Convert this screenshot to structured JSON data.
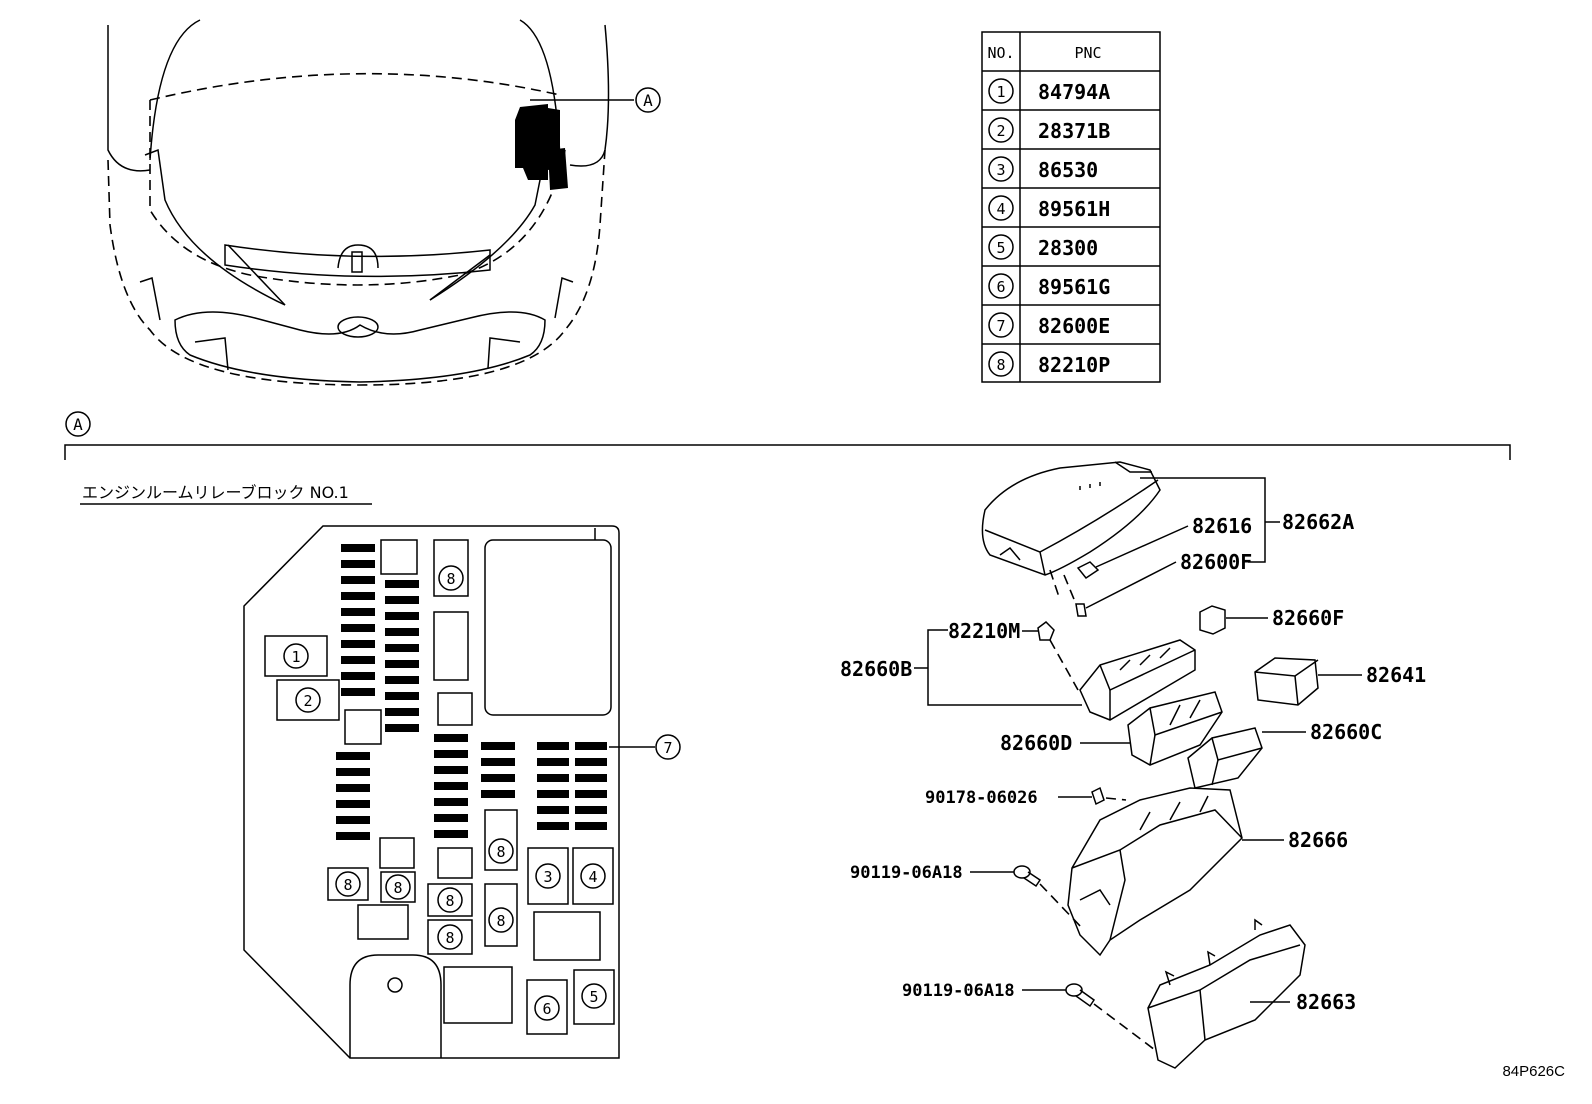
{
  "table": {
    "headers": [
      "NO.",
      "PNC"
    ],
    "rows": [
      {
        "no": "1",
        "pnc": "84794A"
      },
      {
        "no": "2",
        "pnc": "28371B"
      },
      {
        "no": "3",
        "pnc": "86530"
      },
      {
        "no": "4",
        "pnc": "89561H"
      },
      {
        "no": "5",
        "pnc": "28300"
      },
      {
        "no": "6",
        "pnc": "89561G"
      },
      {
        "no": "7",
        "pnc": "82600E"
      },
      {
        "no": "8",
        "pnc": "82210P"
      }
    ]
  },
  "callout_letter": "A",
  "block_title": "エンジンルームリレーブロック NO.1",
  "block_markers": {
    "m1": "1",
    "m2": "2",
    "m3": "3",
    "m4": "4",
    "m5": "5",
    "m6": "6",
    "m7": "7",
    "m8": "8"
  },
  "parts": {
    "p82662A": "82662A",
    "p82616": "82616",
    "p82600F": "82600F",
    "p82660F": "82660F",
    "p82210M": "82210M",
    "p82660B": "82660B",
    "p82641": "82641",
    "p82660D": "82660D",
    "p82660C": "82660C",
    "p90178": "90178-06026",
    "p82666": "82666",
    "p90119a": "90119-06A18",
    "p90119b": "90119-06A18",
    "p82663": "82663"
  },
  "drawing_id": "84P626C"
}
